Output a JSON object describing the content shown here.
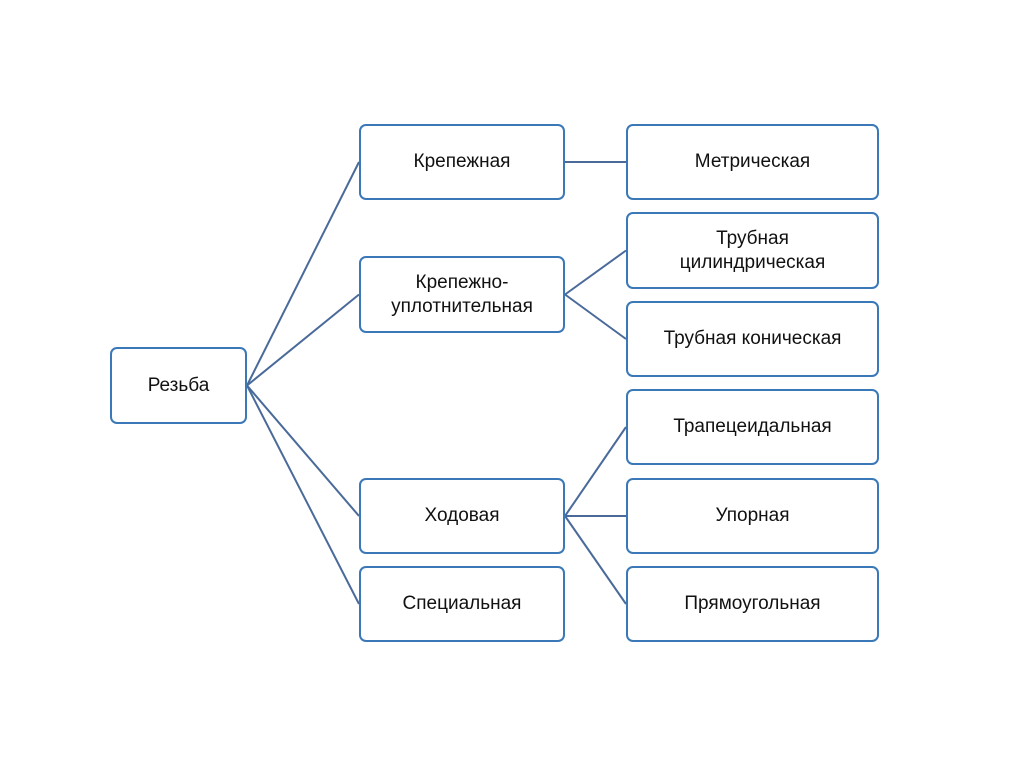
{
  "line_color": "#4a6a9a",
  "border_color": "#3a78b8",
  "root": {
    "label": "Резьба"
  },
  "categories": [
    {
      "label": "Крепежная",
      "children": [
        "Метрическая"
      ]
    },
    {
      "label": "Крепежно-\nуплотнительная",
      "children": [
        "Трубная\nцилиндрическая",
        "Трубная коническая"
      ]
    },
    {
      "label": "Ходовая",
      "children": [
        "Трапецеидальная",
        "Упорная",
        "Прямоугольная"
      ]
    },
    {
      "label": "Специальная",
      "children": []
    }
  ]
}
